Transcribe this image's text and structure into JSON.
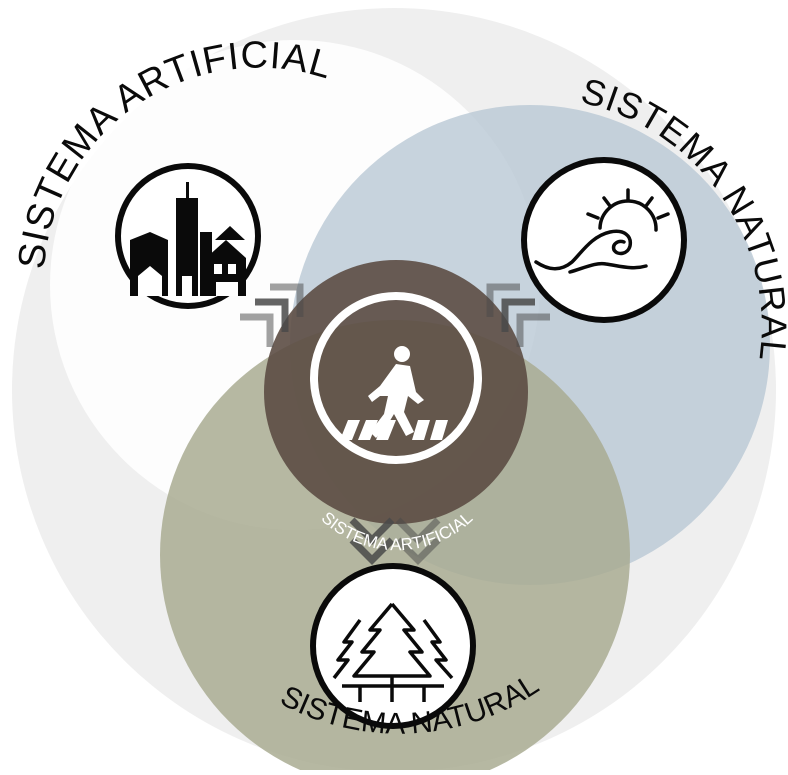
{
  "diagram": {
    "labels": {
      "top_left": "SISTEMA ARTIFICIAL",
      "top_right": "SISTEMA NATURAL",
      "center": "SISTEMA ARTIFICIAL",
      "bottom": "SISTEMA NATURAL"
    },
    "icons": {
      "top_left": "city-buildings-icon",
      "top_right": "wave-sun-icon",
      "center": "pedestrian-crossing-icon",
      "bottom": "pine-trees-icon"
    },
    "colors": {
      "outer_circle": "#efefef",
      "artificial_circle": "#ffffff",
      "natural_top_circle": "#b7c6d3",
      "natural_bottom_circle": "#a9ac92",
      "center_disc": "#5c4d44",
      "arrows": "#4a4a4a",
      "icon_ink": "#0a0a0a"
    }
  }
}
